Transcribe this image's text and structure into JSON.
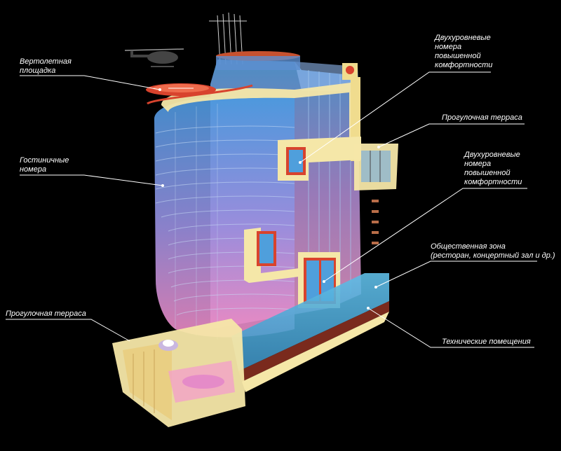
{
  "colors": {
    "background": "#000000",
    "glass_blue": "#4f9fdc",
    "glass_pink": "#e58bc8",
    "frame_cream": "#f5e7a8",
    "accent_red": "#d8432d",
    "label_text": "#ffffff"
  },
  "labels": {
    "helipad": [
      "Вертолетная",
      "площадка"
    ],
    "hotel_rooms": [
      "Гостиничные",
      "номера"
    ],
    "walk_terrace_bottom": [
      "Прогулочная терраса"
    ],
    "duplex_top": [
      "Двухуровневые",
      "номера",
      "повышенной",
      "комфортности"
    ],
    "walk_terrace_top": [
      "Прогулочная терраса"
    ],
    "duplex_mid": [
      "Двухуровневые",
      "номера",
      "повышенной",
      "комфортности"
    ],
    "public_zone": [
      "Общественная зона",
      "(ресторан, концертный зал и др.)"
    ],
    "technical": [
      "Технические помещения"
    ]
  }
}
